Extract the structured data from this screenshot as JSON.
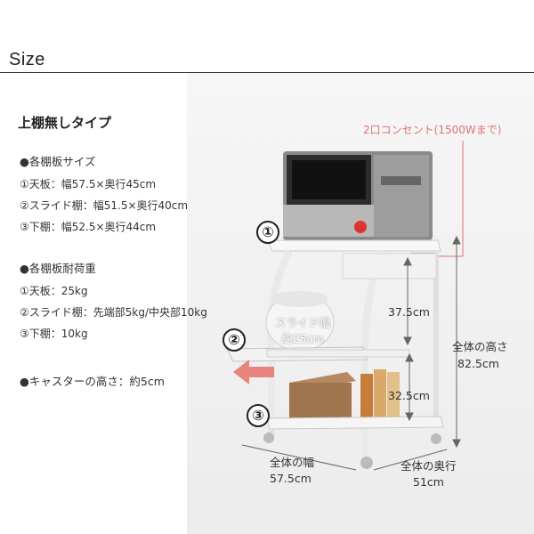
{
  "header": {
    "title": "Size"
  },
  "type_title": "上棚無しタイプ",
  "shelf_sizes": {
    "heading": "●各棚板サイズ",
    "items": [
      "①天板：幅57.5×奥行45cm",
      "②スライド棚：幅51.5×奥行40cm",
      "③下棚：幅52.5×奥行44cm"
    ]
  },
  "load_capacity": {
    "heading": "●各棚板耐荷重",
    "items": [
      "①天板：25kg",
      "②スライド棚：先端部5kg/中央部10kg",
      "③下棚：10kg"
    ]
  },
  "caster": "●キャスターの高さ：約5cm",
  "photo": {
    "outlet": "2口コンセント(1500Wまで)",
    "markers": [
      "①",
      "②",
      "③"
    ],
    "slide_width_label": "スライド幅",
    "slide_width_value": "約25cm",
    "gap_upper": "37.5cm",
    "gap_lower": "32.5cm",
    "total_height_label": "全体の高さ",
    "total_height_value": "82.5cm",
    "total_width_label": "全体の幅",
    "total_width_value": "57.5cm",
    "total_depth_label": "全体の奥行",
    "total_depth_value": "51cm"
  },
  "colors": {
    "outlet_text": "#e0707a",
    "arrow": "#e9837e",
    "rule": "#333333"
  }
}
